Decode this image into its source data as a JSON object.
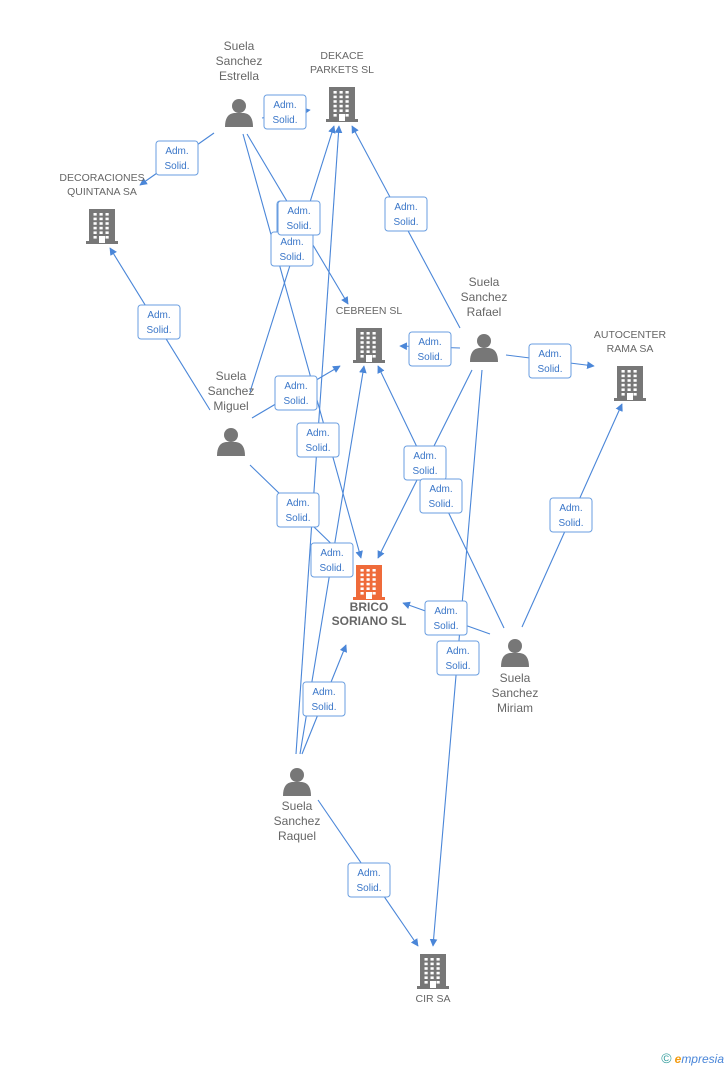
{
  "colors": {
    "edge": "#4a86d8",
    "company": "#777777",
    "person": "#777777",
    "main": "#ef6b3a"
  },
  "nodes": [
    {
      "id": "dekace",
      "type": "company",
      "lines": [
        "DEKACE",
        "PARKETS SL"
      ],
      "icon": "building-icon"
    },
    {
      "id": "decoraciones",
      "type": "company",
      "lines": [
        "DECORACIONES",
        "QUINTANA SA"
      ],
      "icon": "building-icon"
    },
    {
      "id": "cebreen",
      "type": "company",
      "lines": [
        "CEBREEN SL"
      ],
      "icon": "building-icon"
    },
    {
      "id": "autocenter",
      "type": "company",
      "lines": [
        "AUTOCENTER",
        "RAMA SA"
      ],
      "icon": "building-icon"
    },
    {
      "id": "brico",
      "type": "main",
      "lines": [
        "BRICO",
        "SORIANO SL"
      ],
      "icon": "building-icon"
    },
    {
      "id": "cir",
      "type": "company",
      "lines": [
        "CIR SA"
      ],
      "icon": "building-icon"
    },
    {
      "id": "estrella",
      "type": "person",
      "lines": [
        "Suela",
        "Sanchez",
        "Estrella"
      ],
      "icon": "person-icon"
    },
    {
      "id": "rafael",
      "type": "person",
      "lines": [
        "Suela",
        "Sanchez",
        "Rafael"
      ],
      "icon": "person-icon"
    },
    {
      "id": "miguel",
      "type": "person",
      "lines": [
        "Suela",
        "Sanchez",
        "Miguel"
      ],
      "icon": "person-icon"
    },
    {
      "id": "miriam",
      "type": "person",
      "lines": [
        "Suela",
        "Sanchez",
        "Miriam"
      ],
      "icon": "person-icon"
    },
    {
      "id": "raquel",
      "type": "person",
      "lines": [
        "Suela",
        "Sanchez",
        "Raquel"
      ],
      "icon": "person-icon"
    }
  ],
  "edge_label": [
    "Adm.",
    "Solid."
  ],
  "edges": [
    {
      "from": "estrella",
      "to": "dekace"
    },
    {
      "from": "estrella",
      "to": "decoraciones"
    },
    {
      "from": "estrella",
      "to": "cebreen"
    },
    {
      "from": "estrella",
      "to": "brico"
    },
    {
      "from": "rafael",
      "to": "dekace"
    },
    {
      "from": "rafael",
      "to": "cebreen"
    },
    {
      "from": "rafael",
      "to": "autocenter"
    },
    {
      "from": "rafael",
      "to": "brico"
    },
    {
      "from": "rafael",
      "to": "cir"
    },
    {
      "from": "miguel",
      "to": "decoraciones"
    },
    {
      "from": "miguel",
      "to": "dekace"
    },
    {
      "from": "miguel",
      "to": "cebreen"
    },
    {
      "from": "miguel",
      "to": "brico"
    },
    {
      "from": "miriam",
      "to": "autocenter"
    },
    {
      "from": "miriam",
      "to": "cebreen"
    },
    {
      "from": "miriam",
      "to": "brico"
    },
    {
      "from": "raquel",
      "to": "dekace"
    },
    {
      "from": "raquel",
      "to": "cebreen"
    },
    {
      "from": "raquel",
      "to": "brico"
    },
    {
      "from": "raquel",
      "to": "cir"
    }
  ],
  "footer": {
    "copyright": "©",
    "brand_e": "e",
    "brand_rest": "mpresia"
  }
}
